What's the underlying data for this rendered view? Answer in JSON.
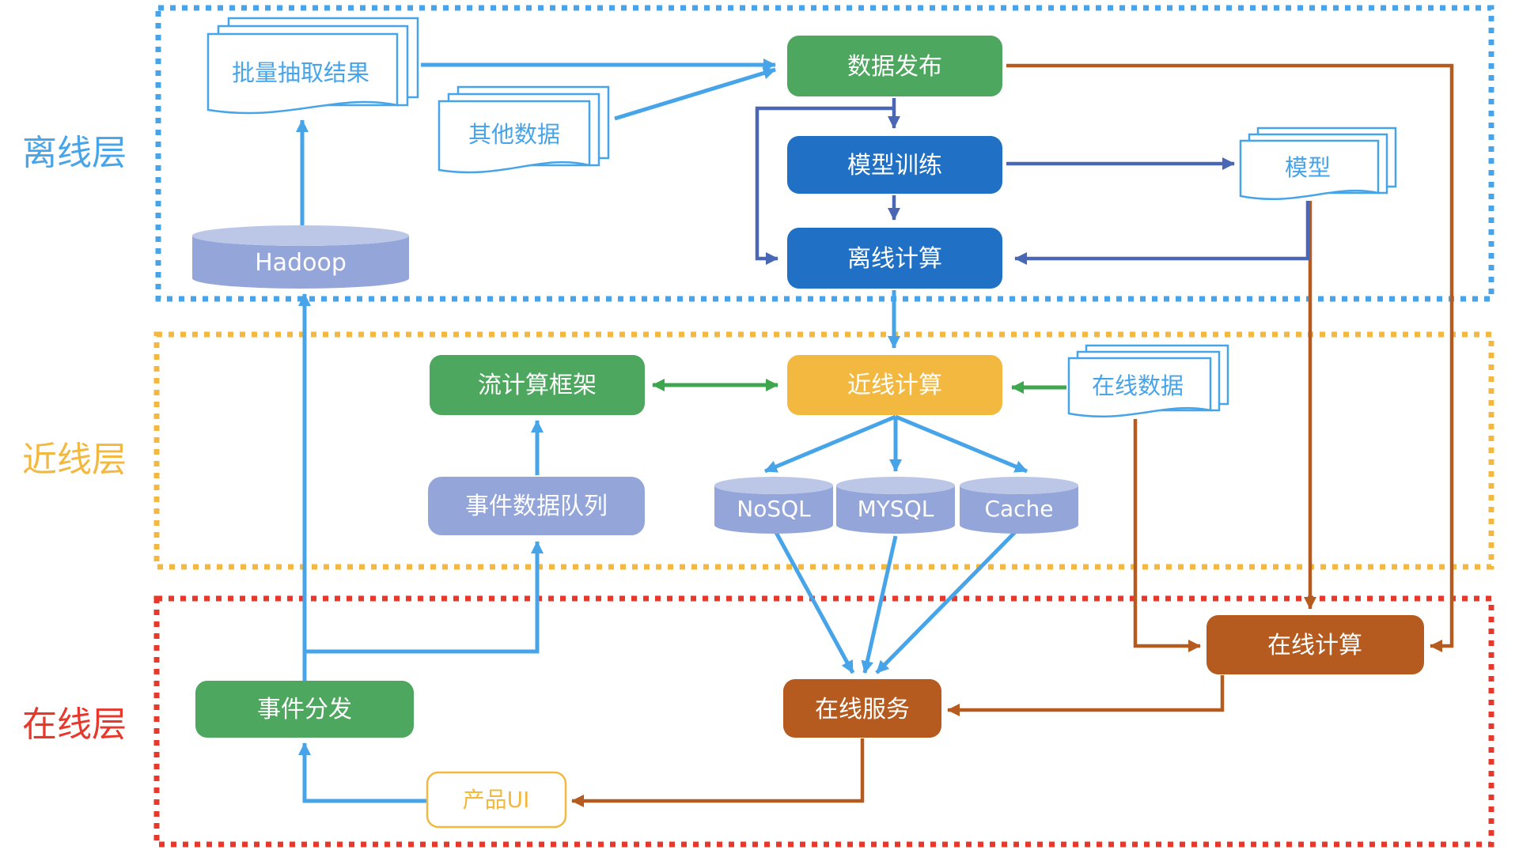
{
  "layers": [
    {
      "id": "offline",
      "label": "离线层",
      "color": "#47a4e9"
    },
    {
      "id": "nearline",
      "label": "近线层",
      "color": "#f3b840"
    },
    {
      "id": "online",
      "label": "在线层",
      "color": "#e8382c"
    }
  ],
  "nodes": {
    "batch_result": "批量抽取结果",
    "other_data": "其他数据",
    "data_publish": "数据发布",
    "model_training": "模型训练",
    "offline_compute": "离线计算",
    "model": "模型",
    "hadoop": "Hadoop",
    "stream_framework": "流计算框架",
    "nearline_compute": "近线计算",
    "online_data": "在线数据",
    "event_queue": "事件数据队列",
    "nosql": "NoSQL",
    "mysql": "MYSQL",
    "cache": "Cache",
    "event_dispatch": "事件分发",
    "online_compute": "在线计算",
    "online_service": "在线服务",
    "product_ui": "产品UI"
  },
  "edges": [
    {
      "from": "批量抽取结果",
      "to": "数据发布",
      "color": "light-blue"
    },
    {
      "from": "其他数据",
      "to": "数据发布",
      "color": "light-blue"
    },
    {
      "from": "Hadoop",
      "to": "批量抽取结果",
      "color": "light-blue"
    },
    {
      "from": "数据发布",
      "to": "模型训练",
      "color": "dark-blue"
    },
    {
      "from": "数据发布",
      "to": "离线计算",
      "color": "dark-blue"
    },
    {
      "from": "模型训练",
      "to": "离线计算",
      "color": "dark-blue"
    },
    {
      "from": "模型训练",
      "to": "模型",
      "color": "dark-blue"
    },
    {
      "from": "模型",
      "to": "离线计算",
      "color": "dark-blue"
    },
    {
      "from": "离线计算",
      "to": "近线计算",
      "color": "light-blue"
    },
    {
      "from": "流计算框架",
      "to": "近线计算",
      "color": "green",
      "bidirectional": true
    },
    {
      "from": "在线数据",
      "to": "近线计算",
      "color": "green"
    },
    {
      "from": "近线计算",
      "to": "NoSQL",
      "color": "light-blue"
    },
    {
      "from": "近线计算",
      "to": "MYSQL",
      "color": "light-blue"
    },
    {
      "from": "近线计算",
      "to": "Cache",
      "color": "light-blue"
    },
    {
      "from": "NoSQL",
      "to": "在线服务",
      "color": "light-blue"
    },
    {
      "from": "MYSQL",
      "to": "在线服务",
      "color": "light-blue"
    },
    {
      "from": "Cache",
      "to": "在线服务",
      "color": "light-blue"
    },
    {
      "from": "事件数据队列",
      "to": "流计算框架",
      "color": "light-blue"
    },
    {
      "from": "事件分发",
      "to": "事件数据队列",
      "color": "light-blue"
    },
    {
      "from": "事件分发",
      "to": "Hadoop",
      "color": "light-blue"
    },
    {
      "from": "产品UI",
      "to": "事件分发",
      "color": "light-blue"
    },
    {
      "from": "数据发布",
      "to": "在线计算",
      "color": "brown"
    },
    {
      "from": "模型",
      "to": "在线计算",
      "color": "brown"
    },
    {
      "from": "在线数据",
      "to": "在线计算",
      "color": "brown"
    },
    {
      "from": "在线计算",
      "to": "在线服务",
      "color": "brown"
    },
    {
      "from": "在线服务",
      "to": "产品UI",
      "color": "brown"
    }
  ],
  "colors": {
    "light_blue": "#47a4e9",
    "deep_blue_box": "#2071c5",
    "dark_blue_connector": "#4a67b5",
    "green_box": "#4ea75f",
    "green_arrow": "#3ea64e",
    "yellow": "#f3b840",
    "brown": "#b55b20",
    "red": "#e8382c",
    "lavender": "#94a5da",
    "lavender_light": "#bcc7e8"
  }
}
